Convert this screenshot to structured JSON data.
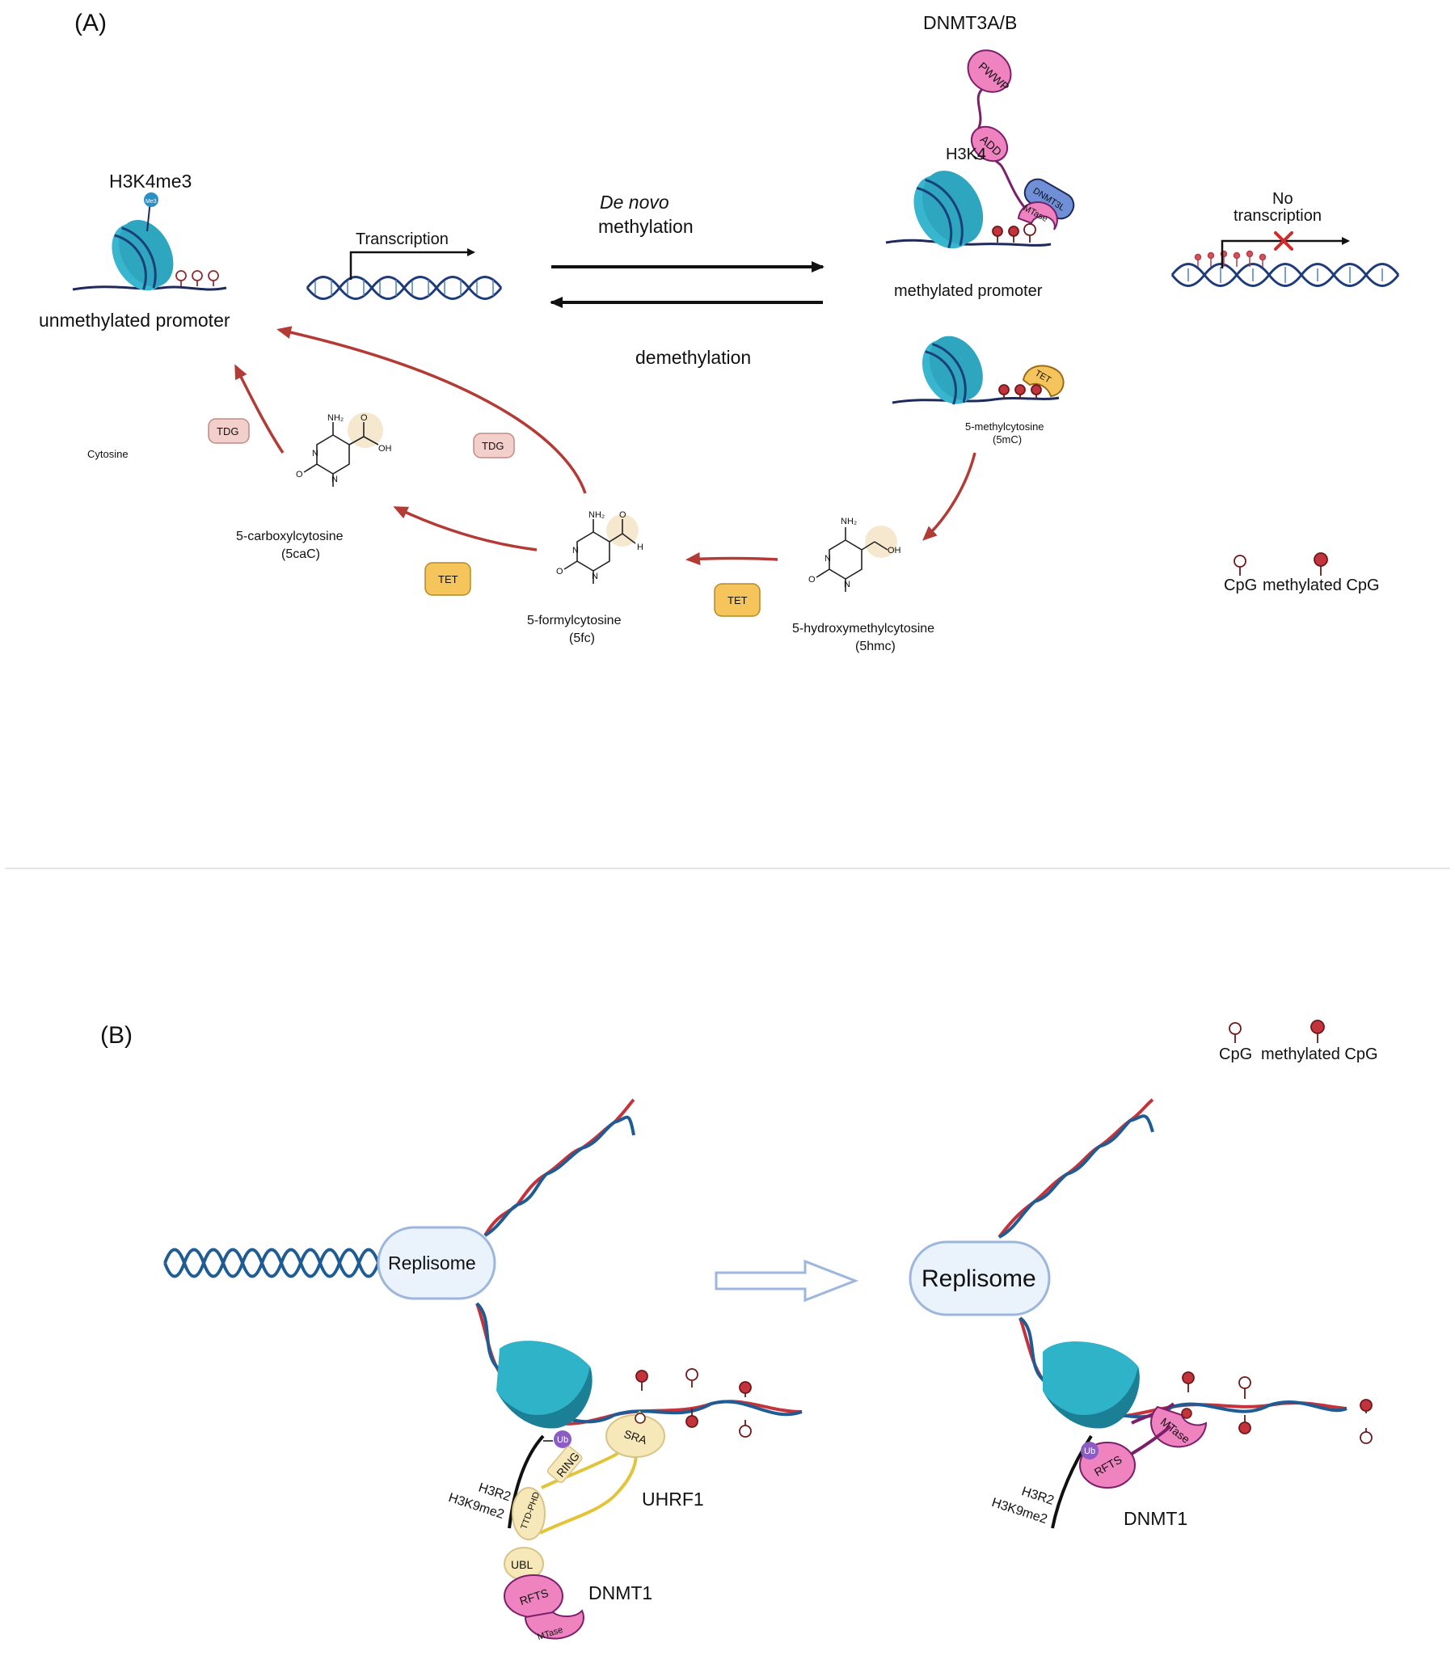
{
  "panel_a": {
    "label": "(A)",
    "dnmt3ab_title": "DNMT3A/B",
    "h3k4me3": "H3K4me3",
    "me3_badge": "Me3",
    "transcription": "Transcription",
    "de_novo": "De novo",
    "methylation": "methylation",
    "demethylation": "demethylation",
    "unmethylated_promoter": "unmethylated promoter",
    "methylated_promoter": "methylated promoter",
    "no": "No",
    "no_transcription": "transcription",
    "domains": {
      "pwwp": "PWWP",
      "add": "ADD",
      "h3k4": "H3K4",
      "dnmt3l": "DNMT3L",
      "mtase": "MTase",
      "tet": "TET"
    },
    "cytosine": "Cytosine",
    "five_mc": "5-methylcytosine",
    "five_mc_abbr": "(5mC)",
    "five_hmc": "5-hydroxymethylcytosine",
    "five_hmc_abbr": "(5hmc)",
    "five_fc": "5-formylcytosine",
    "five_fc_abbr": "(5fc)",
    "five_cac": "5-carboxylcytosine",
    "five_cac_abbr": "(5caC)",
    "enzyme_tdg": "TDG",
    "enzyme_tet": "TET",
    "legend_cpg": "CpG",
    "legend_mcpg": "methylated CpG",
    "chem": {
      "nh2": "NH₂",
      "n": "N",
      "o": "O",
      "oh": "OH",
      "h": "H"
    }
  },
  "panel_b": {
    "label": "(B)",
    "replisome": "Replisome",
    "uhrf1": "UHRF1",
    "dnmt1": "DNMT1",
    "h3r2": "H3R2",
    "h3k9me2": "H3K9me2",
    "legend_cpg": "CpG",
    "legend_mcpg": "methylated CpG",
    "domains": {
      "ub": "Ub",
      "ring": "RING",
      "sra": "SRA",
      "ttd_phd": "TTD-PHD",
      "ubl": "UBL",
      "rfts": "RFTS",
      "mtase": "MTase"
    }
  },
  "colors": {
    "nucleosome": "#38b6cf",
    "nucleosome_dark": "#1b6f8a",
    "dna_blue": "#1f4f94",
    "dna_red": "#c4333b",
    "arrow_red": "#b33a35",
    "pink_domain": "#ee83c0",
    "tet_yellow": "#f5c45a",
    "tdg_pink": "#f3cfcb",
    "uhrf1_cream": "#f6e8b8",
    "ub_purple": "#8a5cc4",
    "replisome_fill": "#eaf2fb",
    "replisome_stroke": "#9db7dc"
  }
}
